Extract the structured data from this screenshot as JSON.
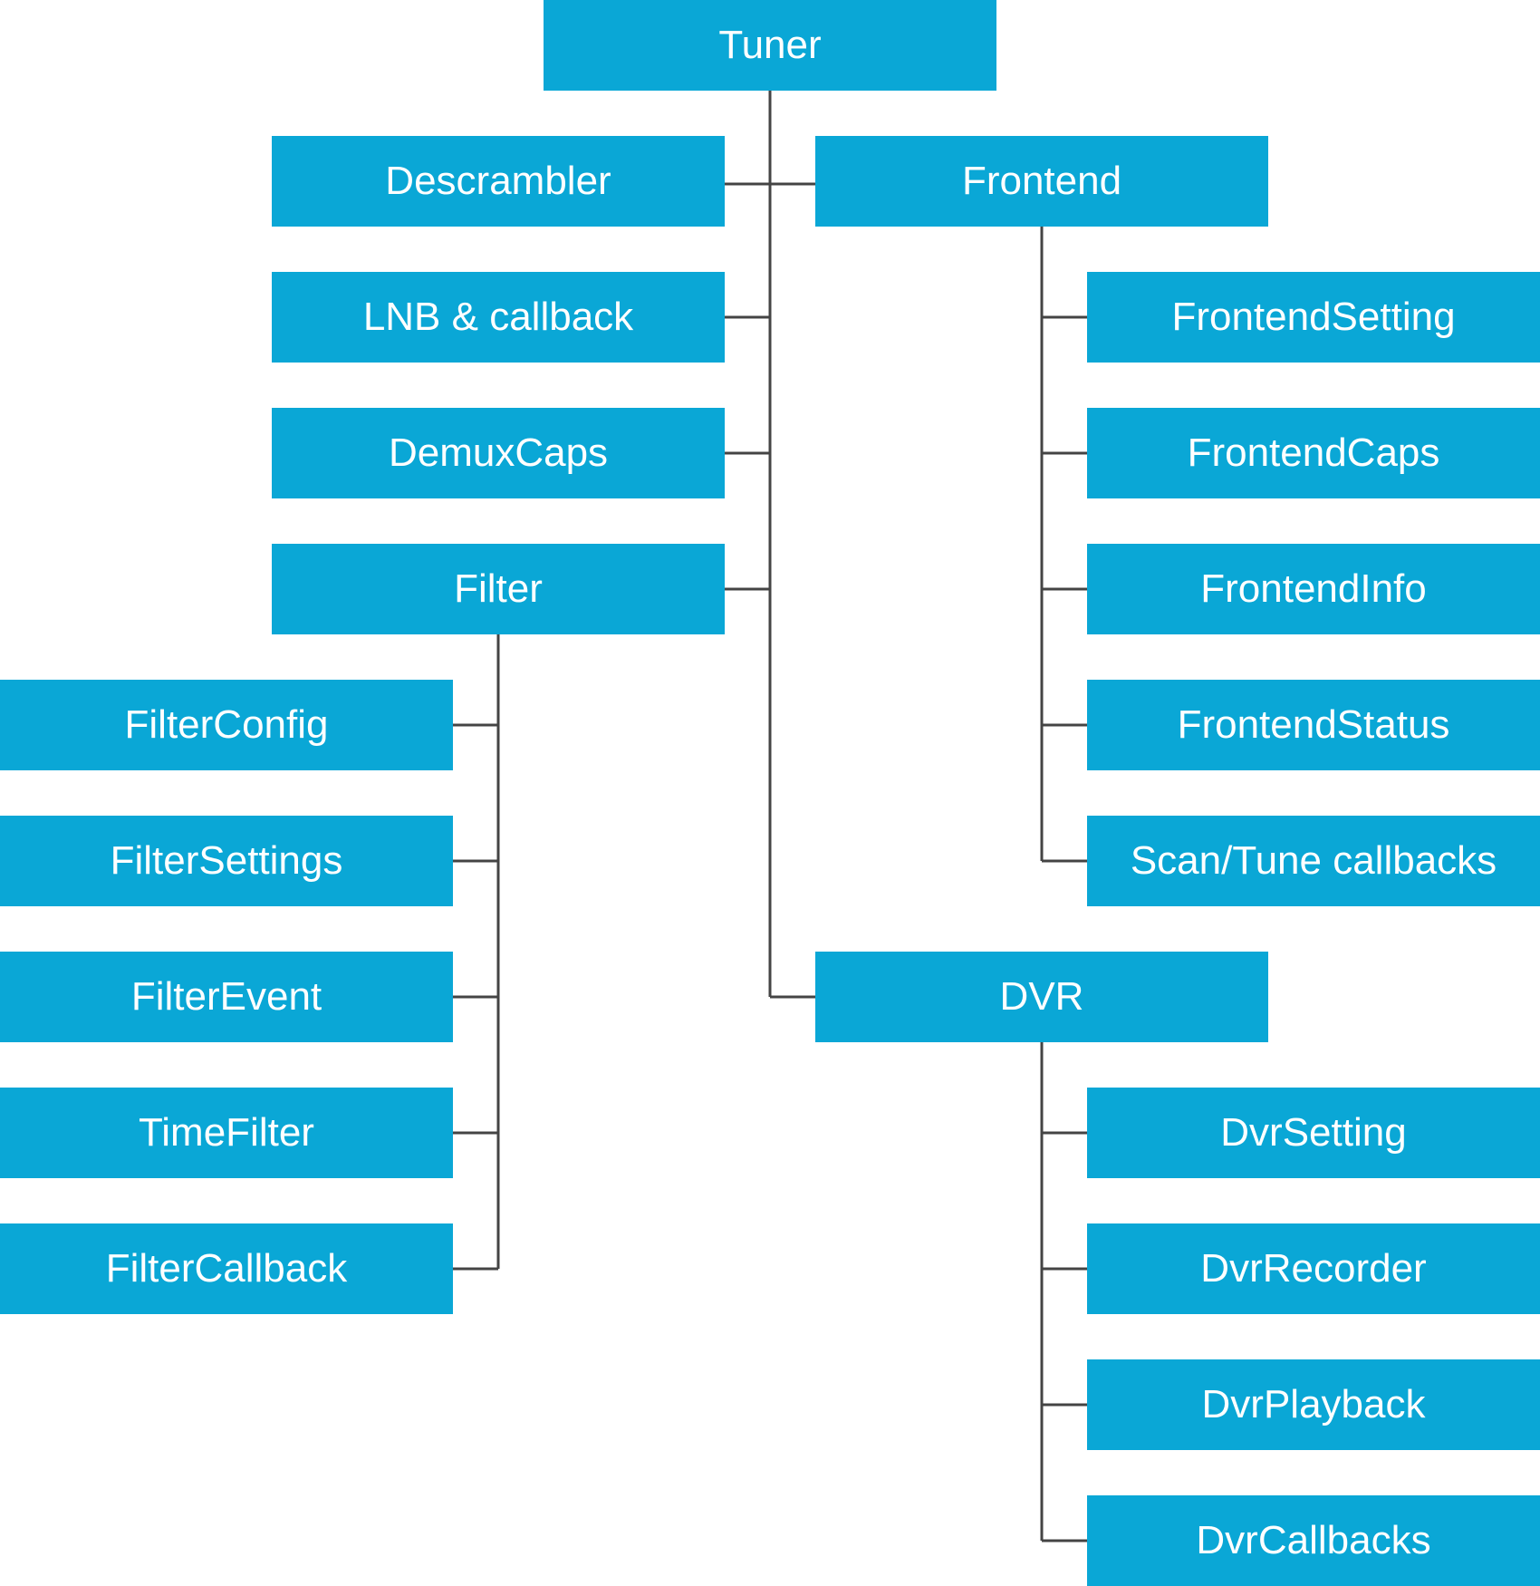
{
  "colors": {
    "node_fill": "#0AA7D6",
    "node_text": "#FFFFFF",
    "connector": "#444444"
  },
  "nodes": {
    "tuner": "Tuner",
    "descrambler": "Descrambler",
    "lnb": "LNB & callback",
    "demuxcaps": "DemuxCaps",
    "filter": "Filter",
    "filterconfig": "FilterConfig",
    "filtersettings": "FilterSettings",
    "filterevent": "FilterEvent",
    "timefilter": "TimeFilter",
    "filtercallback": "FilterCallback",
    "frontend": "Frontend",
    "frontendsetting": "FrontendSetting",
    "frontendcaps": "FrontendCaps",
    "frontendinfo": "FrontendInfo",
    "frontendstatus": "FrontendStatus",
    "scantune": "Scan/Tune callbacks",
    "dvr": "DVR",
    "dvrsetting": "DvrSetting",
    "dvrrecorder": "DvrRecorder",
    "dvrplayback": "DvrPlayback",
    "dvrcallbacks": "DvrCallbacks"
  },
  "edges": [
    [
      "tuner",
      "descrambler"
    ],
    [
      "tuner",
      "lnb"
    ],
    [
      "tuner",
      "demuxcaps"
    ],
    [
      "tuner",
      "filter"
    ],
    [
      "tuner",
      "frontend"
    ],
    [
      "tuner",
      "dvr"
    ],
    [
      "filter",
      "filterconfig"
    ],
    [
      "filter",
      "filtersettings"
    ],
    [
      "filter",
      "filterevent"
    ],
    [
      "filter",
      "timefilter"
    ],
    [
      "filter",
      "filtercallback"
    ],
    [
      "frontend",
      "frontendsetting"
    ],
    [
      "frontend",
      "frontendcaps"
    ],
    [
      "frontend",
      "frontendinfo"
    ],
    [
      "frontend",
      "frontendstatus"
    ],
    [
      "frontend",
      "scantune"
    ],
    [
      "dvr",
      "dvrsetting"
    ],
    [
      "dvr",
      "dvrrecorder"
    ],
    [
      "dvr",
      "dvrplayback"
    ],
    [
      "dvr",
      "dvrcallbacks"
    ]
  ]
}
